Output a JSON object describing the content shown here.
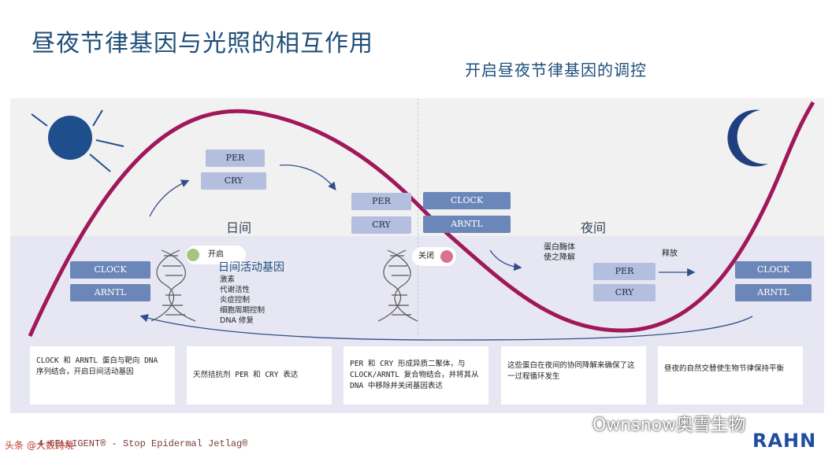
{
  "title": "昼夜节律基因与光照的相互作用",
  "subtitle": "开启昼夜节律基因的调控",
  "labels": {
    "day": "日间",
    "night": "夜间"
  },
  "pills": {
    "per_top": "PER",
    "cry_top": "CRY",
    "per_mid": "PER",
    "cry_mid": "CRY",
    "clock_mid": "CLOCK",
    "arntl_mid": "ARNTL",
    "clock_left": "CLOCK",
    "arntl_left": "ARNTL",
    "per_right": "PER",
    "cry_right": "CRY",
    "clock_right": "CLOCK",
    "arntl_right": "ARNTL"
  },
  "badges": {
    "on": "开启",
    "off": "关闭"
  },
  "day_genes": {
    "heading": "日间活动基因",
    "items": [
      "激素",
      "代谢活性",
      "炎症控制",
      "细胞周期控制",
      "DNA 修复"
    ]
  },
  "night_notes": {
    "degrade": "蛋白酶体\n使之降解",
    "release": "释放"
  },
  "captions": [
    "CLOCK 和 ARNTL 蛋白与靶向 DNA 序列结合，开启日间活动基因",
    "天然拮抗剂 PER 和 CRY 表达",
    "PER 和 CRY 形成异质二聚体，与 CLOCK/ARNTL 复合物结合，并将其从 DNA 中移除并关闭基因表达",
    "这些蛋白在夜间的协同降解来确保了这一过程循环发生",
    "昼夜的自然交替使生物节律保持平衡"
  ],
  "footer": {
    "tag": "头条 @大数跨境",
    "text": "4 CELLIGENT® - Stop Epidermal Jetlag®"
  },
  "watermark": "Ownsnow奥雪生物",
  "brand": "RAHN",
  "colors": {
    "curve": "#a0185a",
    "sun": "#1f4e8c",
    "moon": "#1f3f80",
    "pill_light": "#b4bfdf",
    "pill_dark": "#6b86b8",
    "dot_on": "#a6c583",
    "dot_off": "#d9728f"
  }
}
